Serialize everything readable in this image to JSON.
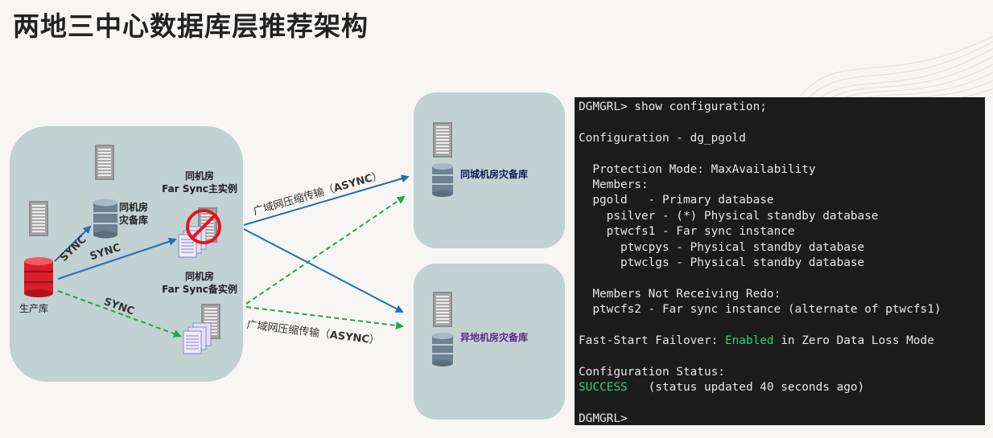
{
  "title": "两地三中心数据库层推荐架构",
  "labels": {
    "primary_db": "生产库",
    "local_standby_line1": "同机房",
    "local_standby_line2": "灾备库",
    "far_sync_primary_line1": "同机房",
    "far_sync_primary_line2": "Far Sync主实例",
    "far_sync_backup_line1": "同机房",
    "far_sync_backup_line2": "Far Sync备实例",
    "same_city_standby": "同城机房灾备库",
    "remote_standby": "异地机房灾备库",
    "sync_1": "SYNC",
    "sync_2": "SYNC",
    "sync_3": "SYNC",
    "async_top_prefix": "广域网压缩传输（",
    "async_top_mode": "ASYNC",
    "async_top_suffix": "）",
    "async_bottom_prefix": "广域网压缩传输（",
    "async_bottom_mode": "ASYNC",
    "async_bottom_suffix": "）"
  },
  "colors": {
    "panel": "#c2d1d2",
    "blue_arrow": "#1f6fb8",
    "green_dashed": "#1fa845",
    "primary_db": "#d81e2a",
    "terminal_bg": "#1b1b1b",
    "terminal_green": "#2bd17c"
  },
  "terminal": {
    "line1": "DGMGRL> show configuration;",
    "line2": "",
    "line3": "Configuration - dg_pgold",
    "line4": "",
    "line5": "  Protection Mode: MaxAvailability",
    "line6": "  Members:",
    "line7": "  pgold   - Primary database",
    "line8": "    psilver - (*) Physical standby database",
    "line9": "    ptwcfs1 - Far sync instance",
    "line10": "      ptwcpys - Physical standby database",
    "line11": "      ptwclgs - Physical standby database",
    "line12": "",
    "line13": "  Members Not Receiving Redo:",
    "line14": "  ptwcfs2 - Far sync instance (alternate of ptwcfs1)",
    "line15": "",
    "line16a": "Fast-Start Failover: ",
    "line16b": "Enabled",
    "line16c": " in Zero Data Loss Mode",
    "line17": "",
    "line18": "Configuration Status:",
    "line19a": "SUCCESS",
    "line19b": "   (status updated 40 seconds ago)",
    "line20": "",
    "line21": "DGMGRL>"
  }
}
